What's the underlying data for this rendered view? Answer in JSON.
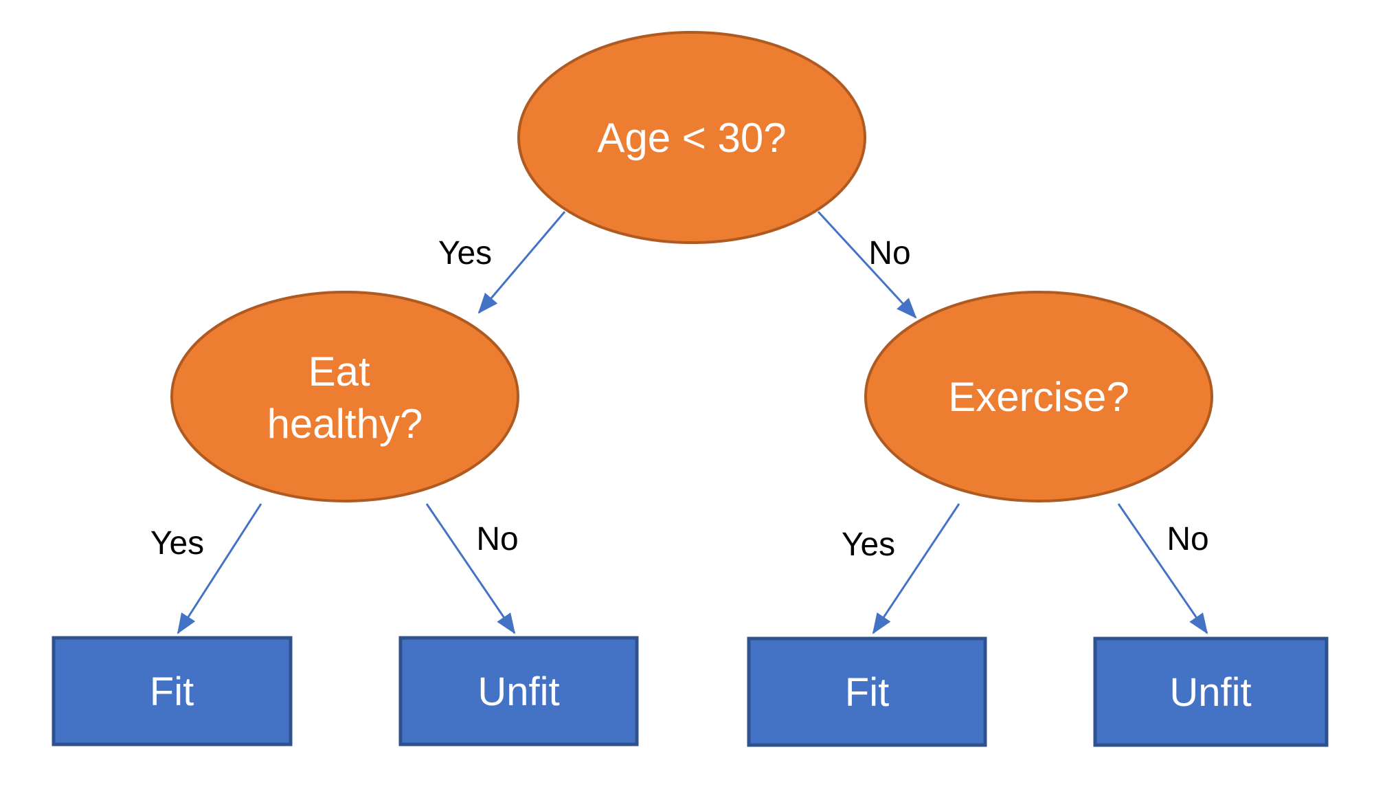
{
  "diagram": {
    "type": "decision-tree",
    "colors": {
      "background": "#FFFFFF",
      "node_fill": "#ED7D31",
      "node_border": "#AE5A21",
      "leaf_fill": "#4472C4",
      "leaf_border": "#2F528F",
      "arrow": "#4472C4",
      "node_text": "#FFFFFF",
      "edge_label_text": "#000000"
    },
    "nodes": {
      "root": {
        "label": "Age < 30?"
      },
      "left": {
        "label": "Eat healthy?",
        "line1": "Eat",
        "line2": "healthy?"
      },
      "right": {
        "label": "Exercise?"
      }
    },
    "leaves": {
      "left_yes": {
        "label": "Fit"
      },
      "left_no": {
        "label": "Unfit"
      },
      "right_yes": {
        "label": "Fit"
      },
      "right_no": {
        "label": "Unfit"
      }
    },
    "edges": {
      "root_yes": {
        "label": "Yes"
      },
      "root_no": {
        "label": "No"
      },
      "left_yes": {
        "label": "Yes"
      },
      "left_no": {
        "label": "No"
      },
      "right_yes": {
        "label": "Yes"
      },
      "right_no": {
        "label": "No"
      }
    }
  }
}
